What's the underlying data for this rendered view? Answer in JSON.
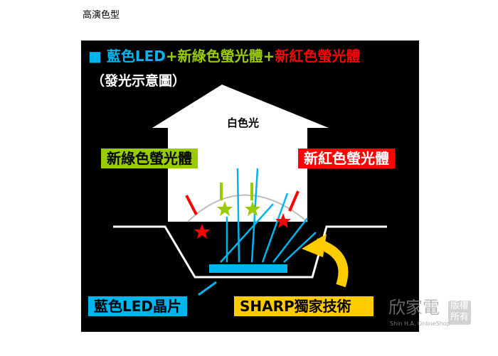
{
  "caption": "高演色型",
  "figure": {
    "title": {
      "bullet": "■",
      "blue": "藍色LED",
      "plus1": "+",
      "green": "新綠色螢光體",
      "plus2": "+",
      "red": "新紅色螢光體"
    },
    "subtitle": "（發光示意圖）",
    "white_light": "白色光",
    "green_label": "新綠色螢光體",
    "red_label": "新紅色螢光體",
    "blue_chip_label": "藍色LED晶片",
    "sharp_label": "SHARP獨家技術",
    "colors": {
      "blue": "#00b4ef",
      "green": "#99cc00",
      "red": "#ff0000",
      "yellow": "#ffcc00"
    }
  },
  "watermark": {
    "name": "欣家電",
    "sub": "Shin H.A. OnlineShop",
    "badge": "版權所有"
  }
}
